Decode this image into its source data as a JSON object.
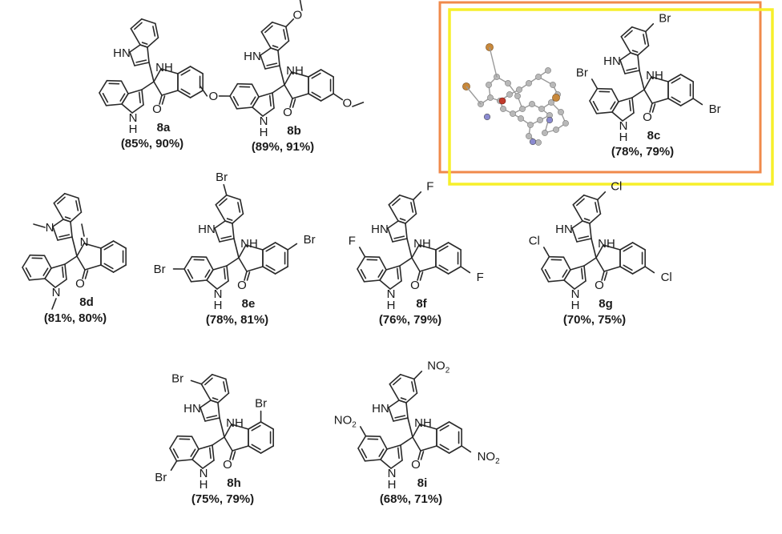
{
  "compounds": [
    {
      "id": "8a",
      "yield": "(85%, 90%)",
      "sub": {
        "A5": "",
        "A6": "",
        "A7": "",
        "B5": "",
        "B6": "",
        "B7": "",
        "C5": "",
        "C6": "",
        "C7": ""
      },
      "nme": false,
      "highlight": false
    },
    {
      "id": "8b",
      "yield": "(89%, 91%)",
      "sub": {
        "A5": "OMe",
        "A6": "",
        "A7": "",
        "B5": "",
        "B6": "OMe",
        "B7": "",
        "C5": "OMe",
        "C6": "",
        "C7": ""
      },
      "nme": false,
      "highlight": false
    },
    {
      "id": "8c",
      "yield": "(78%, 79%)",
      "sub": {
        "A5": "Br",
        "A6": "",
        "A7": "",
        "B5": "Br",
        "B6": "",
        "B7": "",
        "C5": "Br",
        "C6": "",
        "C7": ""
      },
      "nme": false,
      "highlight": true
    },
    {
      "id": "8d",
      "yield": "(81%, 80%)",
      "sub": {
        "A5": "",
        "A6": "",
        "A7": "",
        "B5": "",
        "B6": "",
        "B7": "",
        "C5": "",
        "C6": "",
        "C7": ""
      },
      "nme": true,
      "highlight": false
    },
    {
      "id": "8e",
      "yield": "(78%, 81%)",
      "sub": {
        "A5": "",
        "A6": "Br",
        "A7": "",
        "B5": "",
        "B6": "Br",
        "B7": "",
        "C5": "",
        "C6": "Br",
        "C7": ""
      },
      "nme": false,
      "highlight": false
    },
    {
      "id": "8f",
      "yield": "(76%, 79%)",
      "sub": {
        "A5": "F",
        "A6": "",
        "A7": "",
        "B5": "F",
        "B6": "",
        "B7": "",
        "C5": "F",
        "C6": "",
        "C7": ""
      },
      "nme": false,
      "highlight": false
    },
    {
      "id": "8g",
      "yield": "(70%, 75%)",
      "sub": {
        "A5": "Cl",
        "A6": "",
        "A7": "",
        "B5": "Cl",
        "B6": "",
        "B7": "",
        "C5": "Cl",
        "C6": "",
        "C7": ""
      },
      "nme": false,
      "highlight": false
    },
    {
      "id": "8h",
      "yield": "(75%, 79%)",
      "sub": {
        "A5": "",
        "A6": "",
        "A7": "Br",
        "B5": "",
        "B6": "",
        "B7": "Br",
        "C5": "",
        "C6": "",
        "C7": "Br"
      },
      "nme": false,
      "highlight": false
    },
    {
      "id": "8i",
      "yield": "(68%, 71%)",
      "sub": {
        "A5": "NO2",
        "A6": "",
        "A7": "",
        "B5": "NO2",
        "B6": "",
        "B7": "",
        "C5": "NO2",
        "C6": "",
        "C7": ""
      },
      "nme": false,
      "highlight": false
    }
  ],
  "atoms": {
    "nh": "HN",
    "nh_r": "NH",
    "n": "N",
    "h": "H",
    "o": "O"
  },
  "colors": {
    "bond": "#2a2a2a",
    "highlight_outer": "#f08a4b",
    "highlight_inner": "#f7ef2a",
    "crystal_c": "#b8b8b8",
    "crystal_br": "#c8883a",
    "crystal_o": "#c0392b",
    "crystal_n": "#8a8ad0"
  }
}
